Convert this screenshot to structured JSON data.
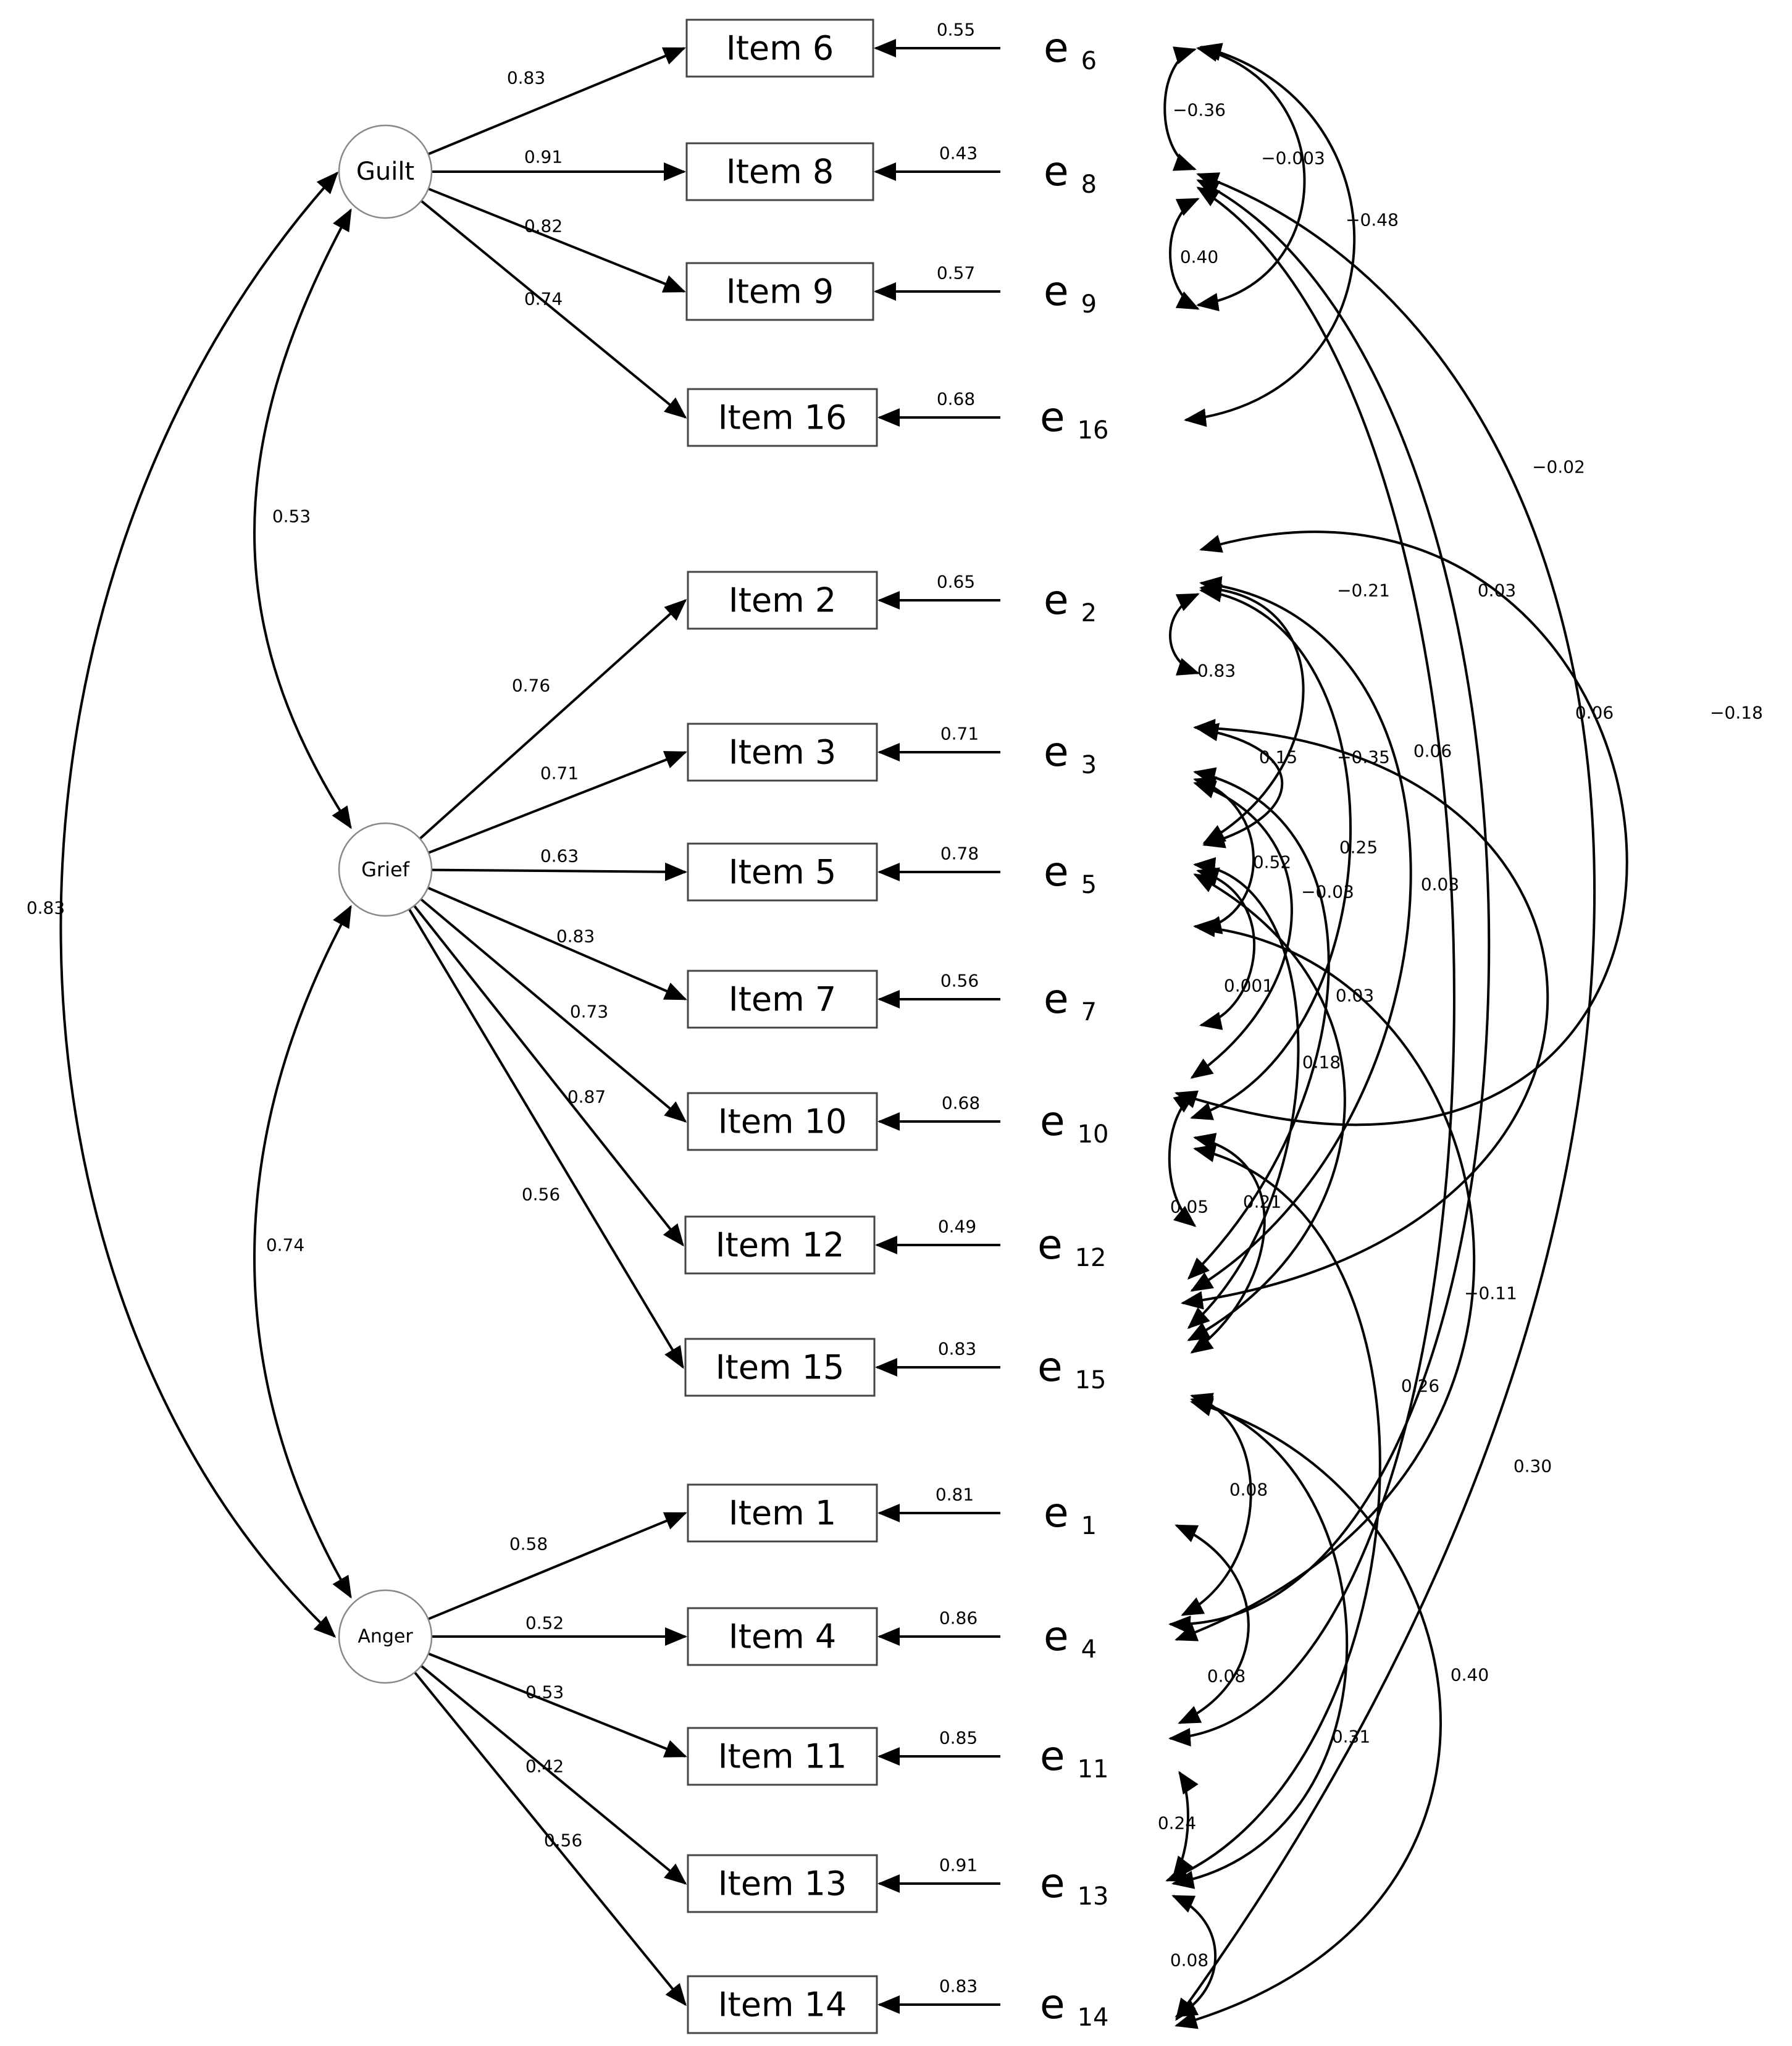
{
  "factors": {
    "guilt": "Guilt",
    "grief": "Grief",
    "anger": "Anger"
  },
  "items": [
    {
      "id": "i6",
      "label": "Item 6",
      "loading": "0.83",
      "error": "0.55",
      "e_name": "e",
      "e_sub": "6"
    },
    {
      "id": "i8",
      "label": "Item 8",
      "loading": "0.91",
      "error": "0.43",
      "e_name": "e",
      "e_sub": "8"
    },
    {
      "id": "i9",
      "label": "Item 9",
      "loading": "0.82",
      "error": "0.57",
      "e_name": "e",
      "e_sub": "9"
    },
    {
      "id": "i16",
      "label": "Item 16",
      "loading": "0.74",
      "error": "0.68",
      "e_name": "e",
      "e_sub": "16"
    },
    {
      "id": "i2",
      "label": "Item 2",
      "loading": "0.76",
      "error": "0.65",
      "e_name": "e",
      "e_sub": "2"
    },
    {
      "id": "i3",
      "label": "Item 3",
      "loading": "0.71",
      "error": "0.71",
      "e_name": "e",
      "e_sub": "3"
    },
    {
      "id": "i5",
      "label": "Item 5",
      "loading": "0.63",
      "error": "0.78",
      "e_name": "e",
      "e_sub": "5"
    },
    {
      "id": "i7",
      "label": "Item 7",
      "loading": "0.83",
      "error": "0.56",
      "e_name": "e",
      "e_sub": "7"
    },
    {
      "id": "i10",
      "label": "Item 10",
      "loading": "0.73",
      "error": "0.68",
      "e_name": "e",
      "e_sub": "10"
    },
    {
      "id": "i12",
      "label": "Item 12",
      "loading": "0.87",
      "error": "0.49",
      "e_name": "e",
      "e_sub": "12"
    },
    {
      "id": "i15",
      "label": "Item 15",
      "loading": "0.56",
      "error": "0.83",
      "e_name": "e",
      "e_sub": "15"
    },
    {
      "id": "i1",
      "label": "Item 1",
      "loading": "0.58",
      "error": "0.81",
      "e_name": "e",
      "e_sub": "1"
    },
    {
      "id": "i4",
      "label": "Item 4",
      "loading": "0.52",
      "error": "0.86",
      "e_name": "e",
      "e_sub": "4"
    },
    {
      "id": "i11",
      "label": "Item 11",
      "loading": "0.53",
      "error": "0.85",
      "e_name": "e",
      "e_sub": "11"
    },
    {
      "id": "i13",
      "label": "Item 13",
      "loading": "0.42",
      "error": "0.91",
      "e_name": "e",
      "e_sub": "13"
    },
    {
      "id": "i14",
      "label": "Item 14",
      "loading": "0.56",
      "error": "0.83",
      "e_name": "e",
      "e_sub": "14"
    }
  ],
  "factor_correlations": {
    "guilt_grief": "0.53",
    "grief_anger": "0.74",
    "guilt_anger": "0.83"
  },
  "error_covariances": [
    "−0.36",
    "−0.003",
    "−0.48",
    "0.40",
    "−0.02",
    "−0.21",
    "0.03",
    "0.06",
    "−0.18",
    "0.83",
    "0.15",
    "−0.35",
    "0.06",
    "0.52",
    "0.25",
    "−0.03",
    "0.03",
    "0.001",
    "0.03",
    "0.18",
    "0.05",
    "0.21",
    "−0.11",
    "0.26",
    "0.30",
    "0.08",
    "0.08",
    "0.31",
    "0.40",
    "0.24",
    "0.08"
  ]
}
